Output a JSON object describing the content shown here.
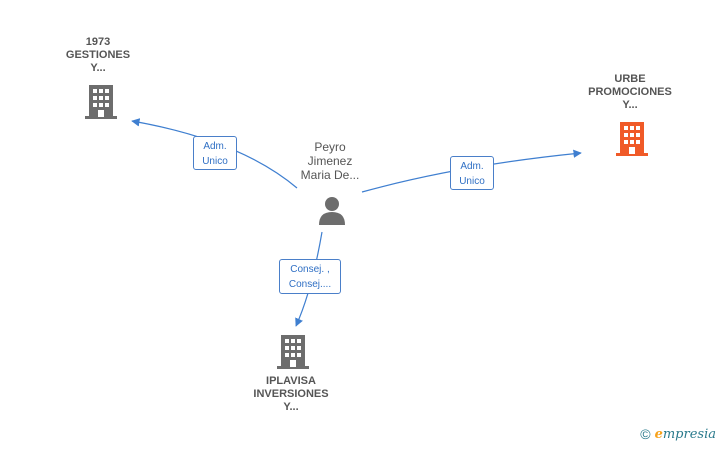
{
  "nodes": {
    "company_1973": {
      "label_lines": [
        "1973",
        "GESTIONES",
        "Y..."
      ]
    },
    "company_urbe": {
      "label_lines": [
        "URBE",
        "PROMOCIONES",
        "Y..."
      ],
      "color": "#f05a28"
    },
    "company_iplavisa": {
      "label_lines": [
        "IPLAVISA",
        "INVERSIONES",
        "Y..."
      ]
    },
    "person": {
      "label_lines": [
        "Peyro",
        "Jimenez",
        "Maria De..."
      ]
    }
  },
  "edges": {
    "to_1973": {
      "label_lines": [
        "Adm.",
        "Unico"
      ]
    },
    "to_urbe": {
      "label_lines": [
        "Adm.",
        "Unico"
      ]
    },
    "to_iplavisa": {
      "label_lines": [
        "Consej. ,",
        "Consej...."
      ]
    }
  },
  "colors": {
    "company": "#6d6d6d",
    "highlight": "#f05a28",
    "edge": "#3f7fd0",
    "person": "#6d6d6d"
  },
  "footer": {
    "copyright": "©",
    "brand_initial": "e",
    "brand_rest": "mpresia"
  }
}
